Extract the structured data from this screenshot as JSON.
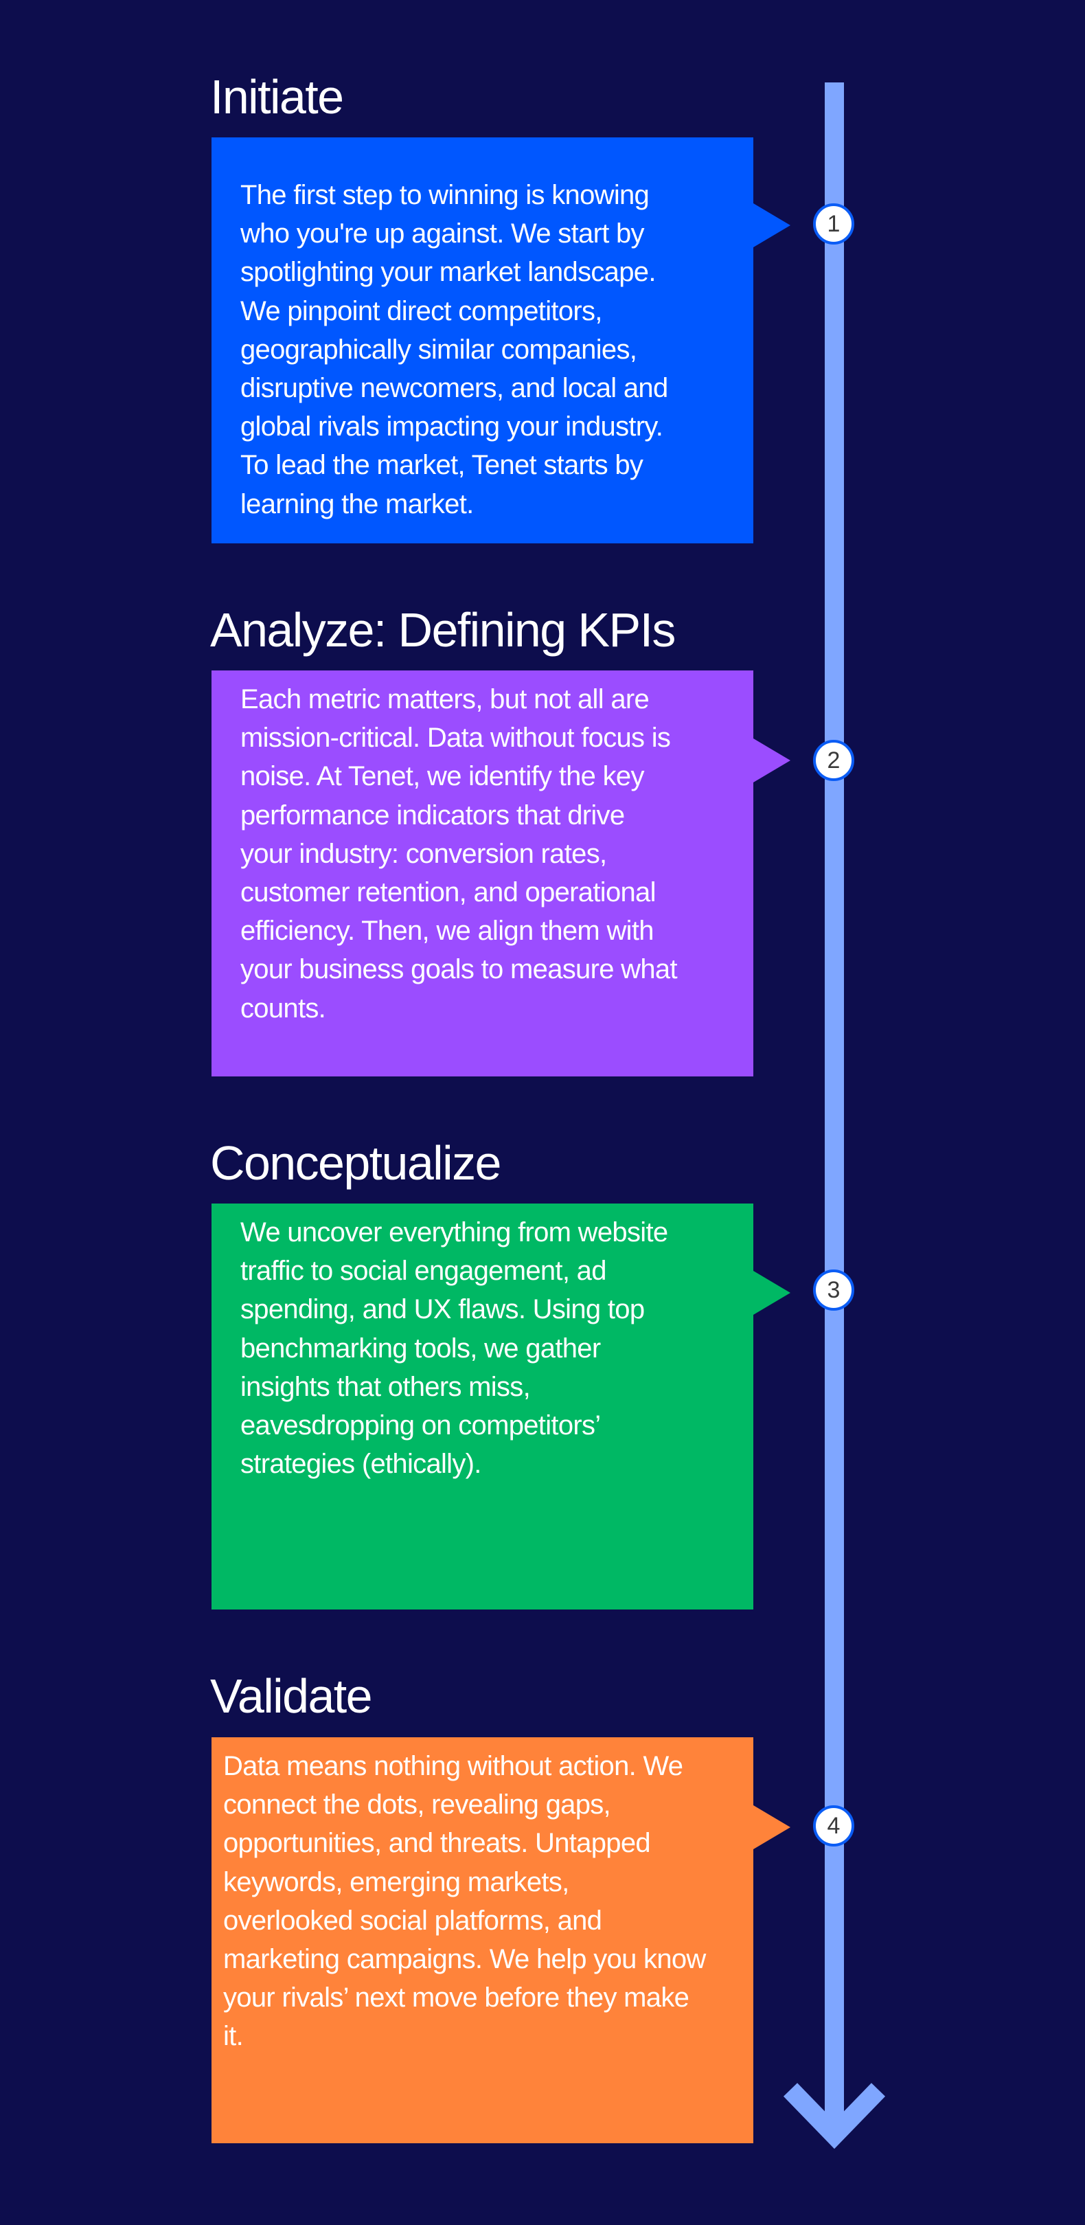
{
  "colors": {
    "background": "#0D0D4D",
    "rail": "#7FA6FF",
    "node_border": "#0A5CF5",
    "node_fill": "#FFFFFF",
    "node_text": "#3A3A3A",
    "text": "#FFFFFF"
  },
  "timeline": {
    "arrow_icon": "arrow-down-chevron",
    "steps": [
      {
        "number": "1",
        "title": "Initiate",
        "color": "#0057FF",
        "lines": [
          "The first step to winning is knowing",
          "who you're up against. We start by",
          "spotlighting your market landscape.",
          "We pinpoint direct competitors,",
          "geographically similar companies,",
          "disruptive newcomers, and local and",
          "global rivals impacting your industry.",
          "To lead the market, Tenet starts by",
          "learning the market."
        ]
      },
      {
        "number": "2",
        "title": "Analyze: Defining KPIs",
        "color": "#9B4DFF",
        "lines": [
          "Each metric matters, but not all are",
          "mission-critical. Data without focus is",
          "noise. At Tenet, we identify the key",
          "performance indicators that drive",
          "your industry: conversion rates,",
          "customer retention, and operational",
          "efficiency. Then, we align them with",
          "your business goals to measure what",
          "counts."
        ]
      },
      {
        "number": "3",
        "title": "Conceptualize",
        "color": "#00B864",
        "lines": [
          "We uncover everything from website",
          "traffic to social engagement, ad",
          "spending, and UX flaws. Using top",
          "benchmarking tools, we gather",
          "insights that others miss,",
          "eavesdropping on competitors’",
          "strategies (ethically)."
        ]
      },
      {
        "number": "4",
        "title": "Validate",
        "color": "#FF833A",
        "lines": [
          "Data means nothing without action. We",
          "connect the dots, revealing gaps,",
          "opportunities, and threats. Untapped",
          "keywords, emerging markets,",
          "overlooked social platforms, and",
          "marketing campaigns. We help you know",
          "your rivals’ next move before they make",
          "it."
        ]
      }
    ]
  }
}
